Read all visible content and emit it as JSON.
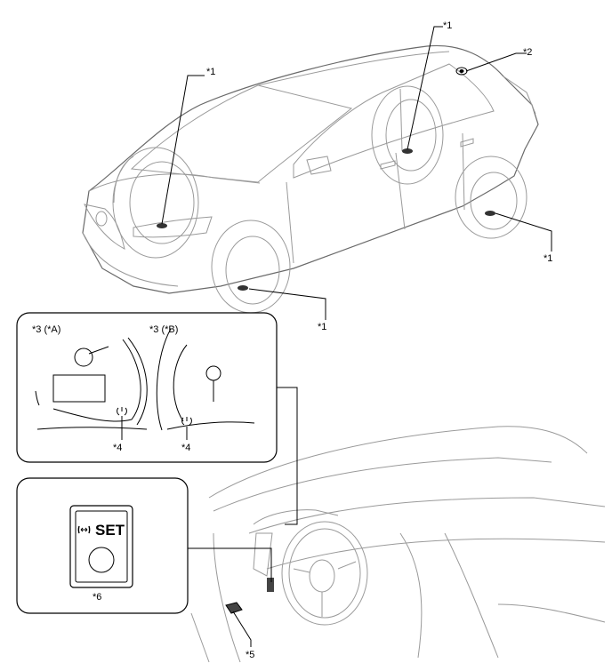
{
  "labels": {
    "tire_front_left": "*1",
    "tire_rear_right": "*1",
    "tire_rear_left": "*1",
    "tire_front_right": "*1",
    "receiver": "*2",
    "meter_a": "*3 (*A)",
    "meter_b": "*3 (*B)",
    "warning_a": "*4",
    "warning_b": "*4",
    "ecu": "*5",
    "set_switch": "*6"
  },
  "switch": {
    "text": "SET"
  },
  "icons": {
    "tpms_warning": "tpms-warning-icon",
    "set_switch_symbol": "tire-arrows-icon"
  },
  "colors": {
    "line": "#000000",
    "sketch": "#8c8c8c",
    "background": "#ffffff"
  }
}
